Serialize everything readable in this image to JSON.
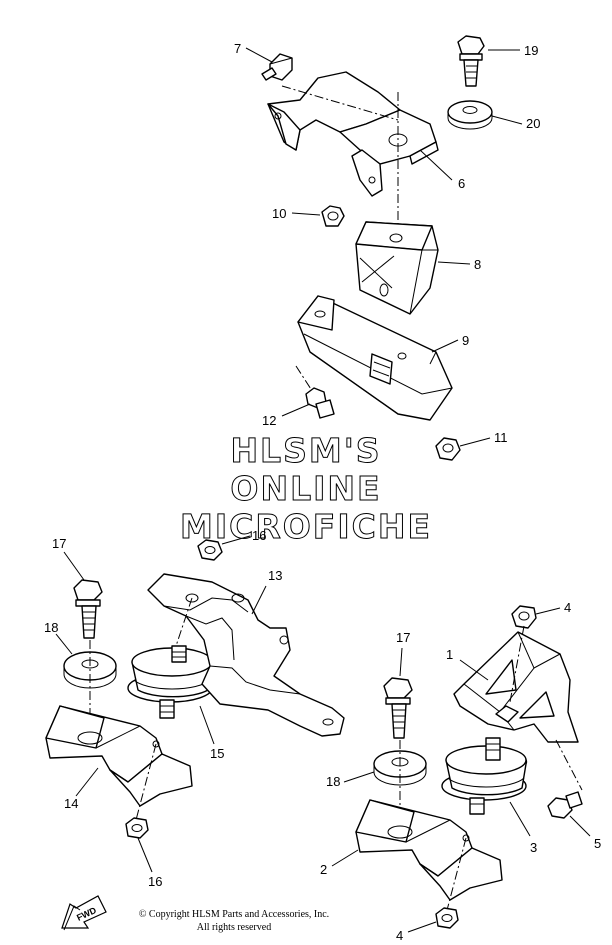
{
  "watermark": {
    "line1": "HLSM'S",
    "line2": "ONLINE",
    "line3": "MICROFICHE"
  },
  "copyright": {
    "line1": "© Copyright HLSM Parts and Accessories, Inc.",
    "line2": "All rights reserved"
  },
  "fwd_label": "FWD",
  "callouts": {
    "c7": "7",
    "c19": "19",
    "c20": "20",
    "c6": "6",
    "c10": "10",
    "c8": "8",
    "c9": "9",
    "c12": "12",
    "c11": "11",
    "c17a": "17",
    "c16a": "16",
    "c13": "13",
    "c18a": "18",
    "c15": "15",
    "c14": "14",
    "c16b": "16",
    "c4a": "4",
    "c1": "1",
    "c17b": "17",
    "c18b": "18",
    "c3": "3",
    "c5": "5",
    "c2": "2",
    "c4b": "4"
  }
}
